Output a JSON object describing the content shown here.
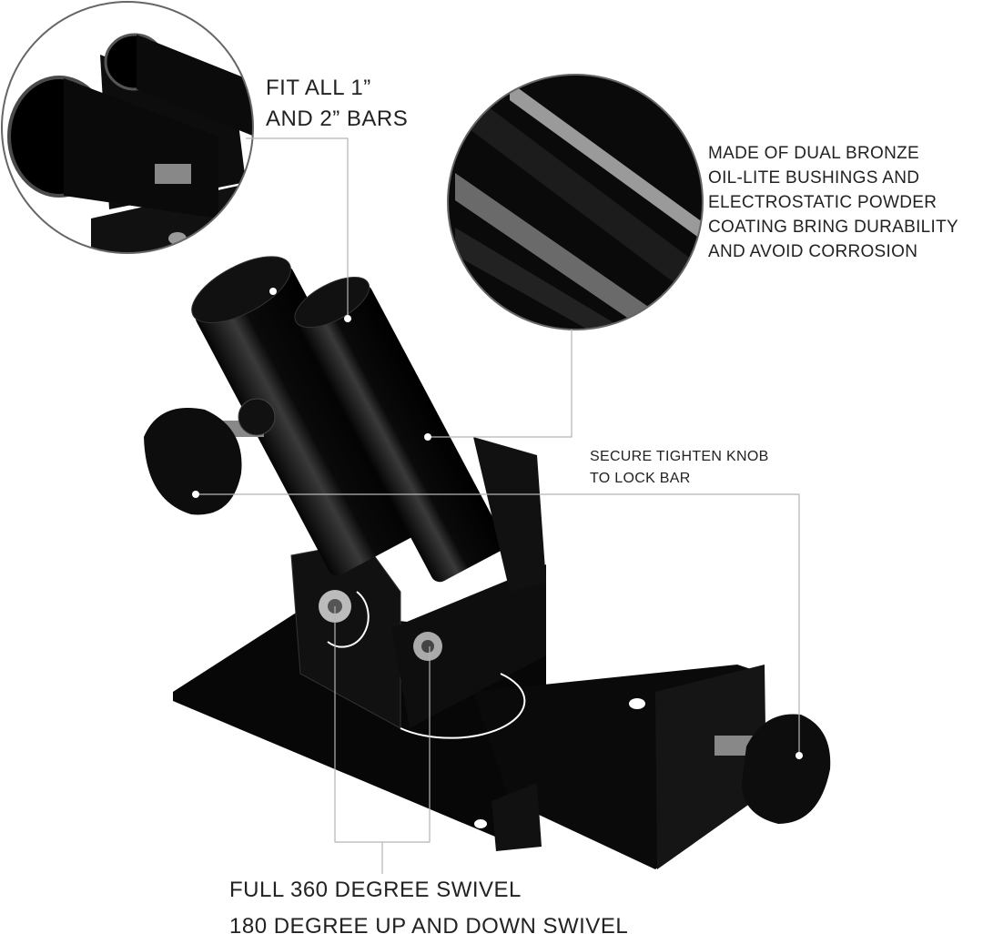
{
  "callouts": {
    "bars": {
      "lines": [
        "FIT ALL 1”",
        "AND 2” BARS"
      ]
    },
    "material": {
      "lines": [
        "MADE OF DUAL BRONZE",
        "OIL-LITE BUSHINGS AND",
        "ELECTROSTATIC POWDER",
        "COATING BRING DURABILITY",
        "AND AVOID CORROSION"
      ]
    },
    "knob": {
      "lines": [
        "SECURE TIGHTEN KNOB",
        "TO LOCK BAR"
      ]
    },
    "swivel": {
      "lines": [
        "FULL 360 DEGREE SWIVEL",
        "180 DEGREE UP AND DOWN SWIVEL"
      ]
    }
  },
  "colors": {
    "product": "#0b0b0b",
    "highlight": "#5a5a5a",
    "leader": "#b5b5b5",
    "text": "#222222"
  }
}
